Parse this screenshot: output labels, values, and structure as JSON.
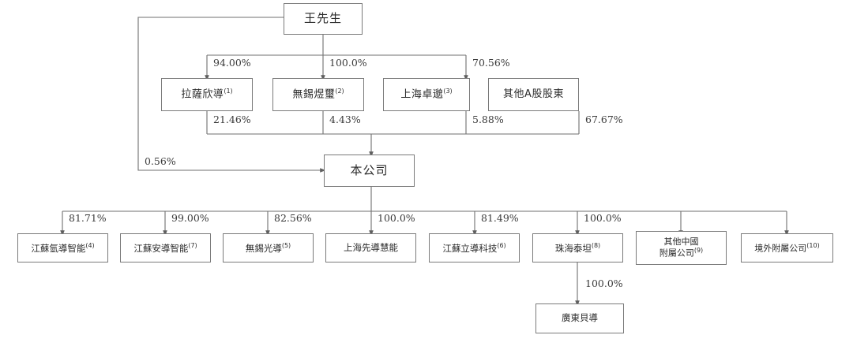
{
  "chart_data": {
    "type": "diagram",
    "title": "Shareholding and corporate structure chart",
    "nodes": [
      {
        "id": "wang",
        "label": "王先生",
        "sup": ""
      },
      {
        "id": "lasa",
        "label": "拉薩欣導",
        "sup": "(1)"
      },
      {
        "id": "wuxi_yuxi",
        "label": "無錫煜璽",
        "sup": "(2)"
      },
      {
        "id": "shanghai_zm",
        "label": "上海卓邈",
        "sup": "(3)"
      },
      {
        "id": "other_a",
        "label": "其他A股股東",
        "sup": ""
      },
      {
        "id": "company",
        "label": "本公司",
        "sup": ""
      },
      {
        "id": "js_qingdao",
        "label": "江蘇氫導智能",
        "sup": "(4)"
      },
      {
        "id": "js_andao",
        "label": "江蘇安導智能",
        "sup": "(7)"
      },
      {
        "id": "wuxi_gd",
        "label": "無錫光導",
        "sup": "(5)"
      },
      {
        "id": "sh_xdhn",
        "label": "上海先導慧能",
        "sup": ""
      },
      {
        "id": "js_lidao",
        "label": "江蘇立導科技",
        "sup": "(6)"
      },
      {
        "id": "zh_taitan",
        "label": "珠海泰坦",
        "sup": "(8)"
      },
      {
        "id": "other_cn",
        "label": "其他中國\n附屬公司",
        "sup": "(9)"
      },
      {
        "id": "overseas",
        "label": "境外附屬公司",
        "sup": "(10)"
      },
      {
        "id": "gd_beidao",
        "label": "廣東貝導",
        "sup": ""
      }
    ],
    "edges": [
      {
        "from": "wang",
        "to": "lasa",
        "value": "94.00%"
      },
      {
        "from": "wang",
        "to": "wuxi_yuxi",
        "value": "100.0%"
      },
      {
        "from": "wang",
        "to": "shanghai_zm",
        "value": "70.56%"
      },
      {
        "from": "lasa",
        "to": "company",
        "value": "21.46%"
      },
      {
        "from": "wuxi_yuxi",
        "to": "company",
        "value": "4.43%"
      },
      {
        "from": "shanghai_zm",
        "to": "company",
        "value": "5.88%"
      },
      {
        "from": "other_a",
        "to": "company",
        "value": "67.67%"
      },
      {
        "from": "wang",
        "to": "company",
        "value": "0.56%"
      },
      {
        "from": "company",
        "to": "js_qingdao",
        "value": "81.71%"
      },
      {
        "from": "company",
        "to": "js_andao",
        "value": "99.00%"
      },
      {
        "from": "company",
        "to": "wuxi_gd",
        "value": "82.56%"
      },
      {
        "from": "company",
        "to": "sh_xdhn",
        "value": "100.0%"
      },
      {
        "from": "company",
        "to": "js_lidao",
        "value": "81.49%"
      },
      {
        "from": "company",
        "to": "zh_taitan",
        "value": "100.0%"
      },
      {
        "from": "company",
        "to": "other_cn",
        "value": ""
      },
      {
        "from": "company",
        "to": "overseas",
        "value": ""
      },
      {
        "from": "zh_taitan",
        "to": "gd_beidao",
        "value": "100.0%"
      }
    ]
  },
  "nodes": {
    "wang": {
      "label": "王先生",
      "sup": ""
    },
    "lasa": {
      "label": "拉薩欣導",
      "sup": "(1)"
    },
    "wuxi_yuxi": {
      "label": "無錫煜璽",
      "sup": "(2)"
    },
    "shanghai_zm": {
      "label": "上海卓邈",
      "sup": "(3)"
    },
    "other_a": {
      "label": "其他A股股東",
      "sup": ""
    },
    "company": {
      "label": "本公司",
      "sup": ""
    },
    "js_qingdao": {
      "label": "江蘇氫導智能",
      "sup": "(4)"
    },
    "js_andao": {
      "label": "江蘇安導智能",
      "sup": "(7)"
    },
    "wuxi_gd": {
      "label": "無錫光導",
      "sup": "(5)"
    },
    "sh_xdhn": {
      "label": "上海先導慧能",
      "sup": ""
    },
    "js_lidao": {
      "label": "江蘇立導科技",
      "sup": "(6)"
    },
    "zh_taitan": {
      "label": "珠海泰坦",
      "sup": "(8)"
    },
    "other_cn": {
      "label": "其他中國\n附屬公司",
      "sup": "(9)"
    },
    "overseas": {
      "label": "境外附屬公司",
      "sup": "(10)"
    },
    "gd_beidao": {
      "label": "廣東貝導",
      "sup": ""
    }
  },
  "percentages": {
    "wang_lasa": "94.00%",
    "wang_wuxi_yuxi": "100.0%",
    "wang_shanghai_zm": "70.56%",
    "wang_company": "0.56%",
    "lasa_company": "21.46%",
    "wuxi_yuxi_company": "4.43%",
    "shanghai_zm_company": "5.88%",
    "other_a_company": "67.67%",
    "company_js_qingdao": "81.71%",
    "company_js_andao": "99.00%",
    "company_wuxi_gd": "82.56%",
    "company_sh_xdhn": "100.0%",
    "company_js_lidao": "81.49%",
    "company_zh_taitan": "100.0%",
    "zh_taitan_gd_beidao": "100.0%"
  },
  "colors": {
    "box_border": "#7a7a7a",
    "line": "#6f6f6f",
    "text": "#2b2b2b",
    "background": "#ffffff"
  }
}
